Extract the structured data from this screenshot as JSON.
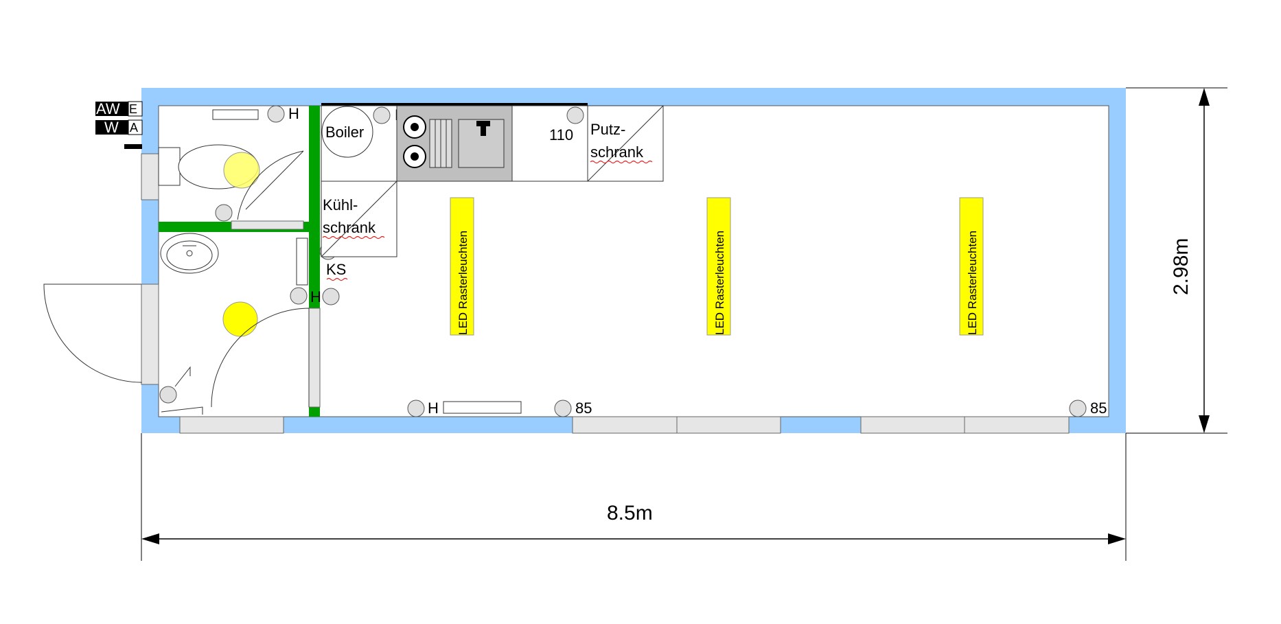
{
  "dimensions": {
    "width_label": "8.5m",
    "height_label": "2.98m"
  },
  "legend": {
    "row1_a": "AW",
    "row1_b": "E",
    "row2_a": "W",
    "row2_b": "A"
  },
  "fixtures": {
    "boiler": "Boiler",
    "boiler_tag": "B",
    "kuehl_line1": "Kühl-",
    "kuehl_line2": "schrank",
    "ks_tag": "KS",
    "putz_line1": "Putz-",
    "putz_line2": "schrank",
    "kitchen_height": "110"
  },
  "sockets": {
    "h_wc_top": "H",
    "h_bath": "H",
    "h_main_bottom": "H",
    "h85_mid": "85",
    "h85_right": "85"
  },
  "lights": {
    "led_label": "LED Rasterleuchten"
  },
  "colors": {
    "wall": "#99ccff",
    "partition": "#00a000",
    "led": "#ffff00",
    "window": "#e6e6e6",
    "counter": "#bfbfbf"
  }
}
